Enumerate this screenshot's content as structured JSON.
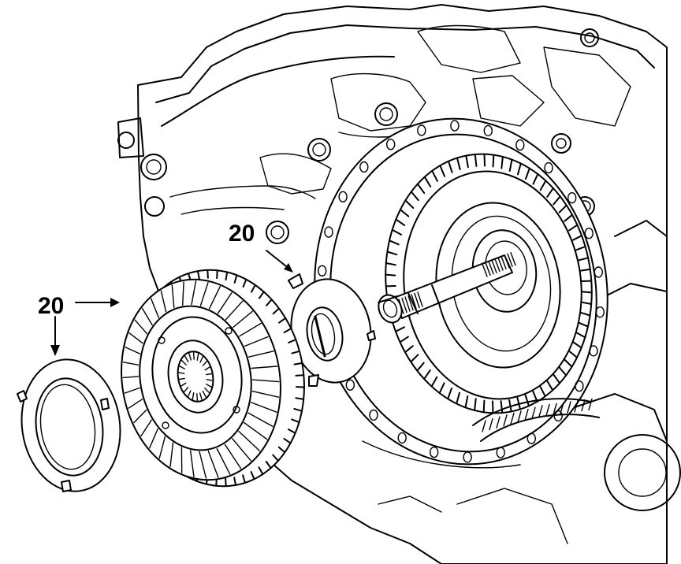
{
  "diagram": {
    "callouts": [
      {
        "id": "callout-upper",
        "label": "20"
      },
      {
        "id": "callout-left",
        "label": "20"
      }
    ]
  }
}
